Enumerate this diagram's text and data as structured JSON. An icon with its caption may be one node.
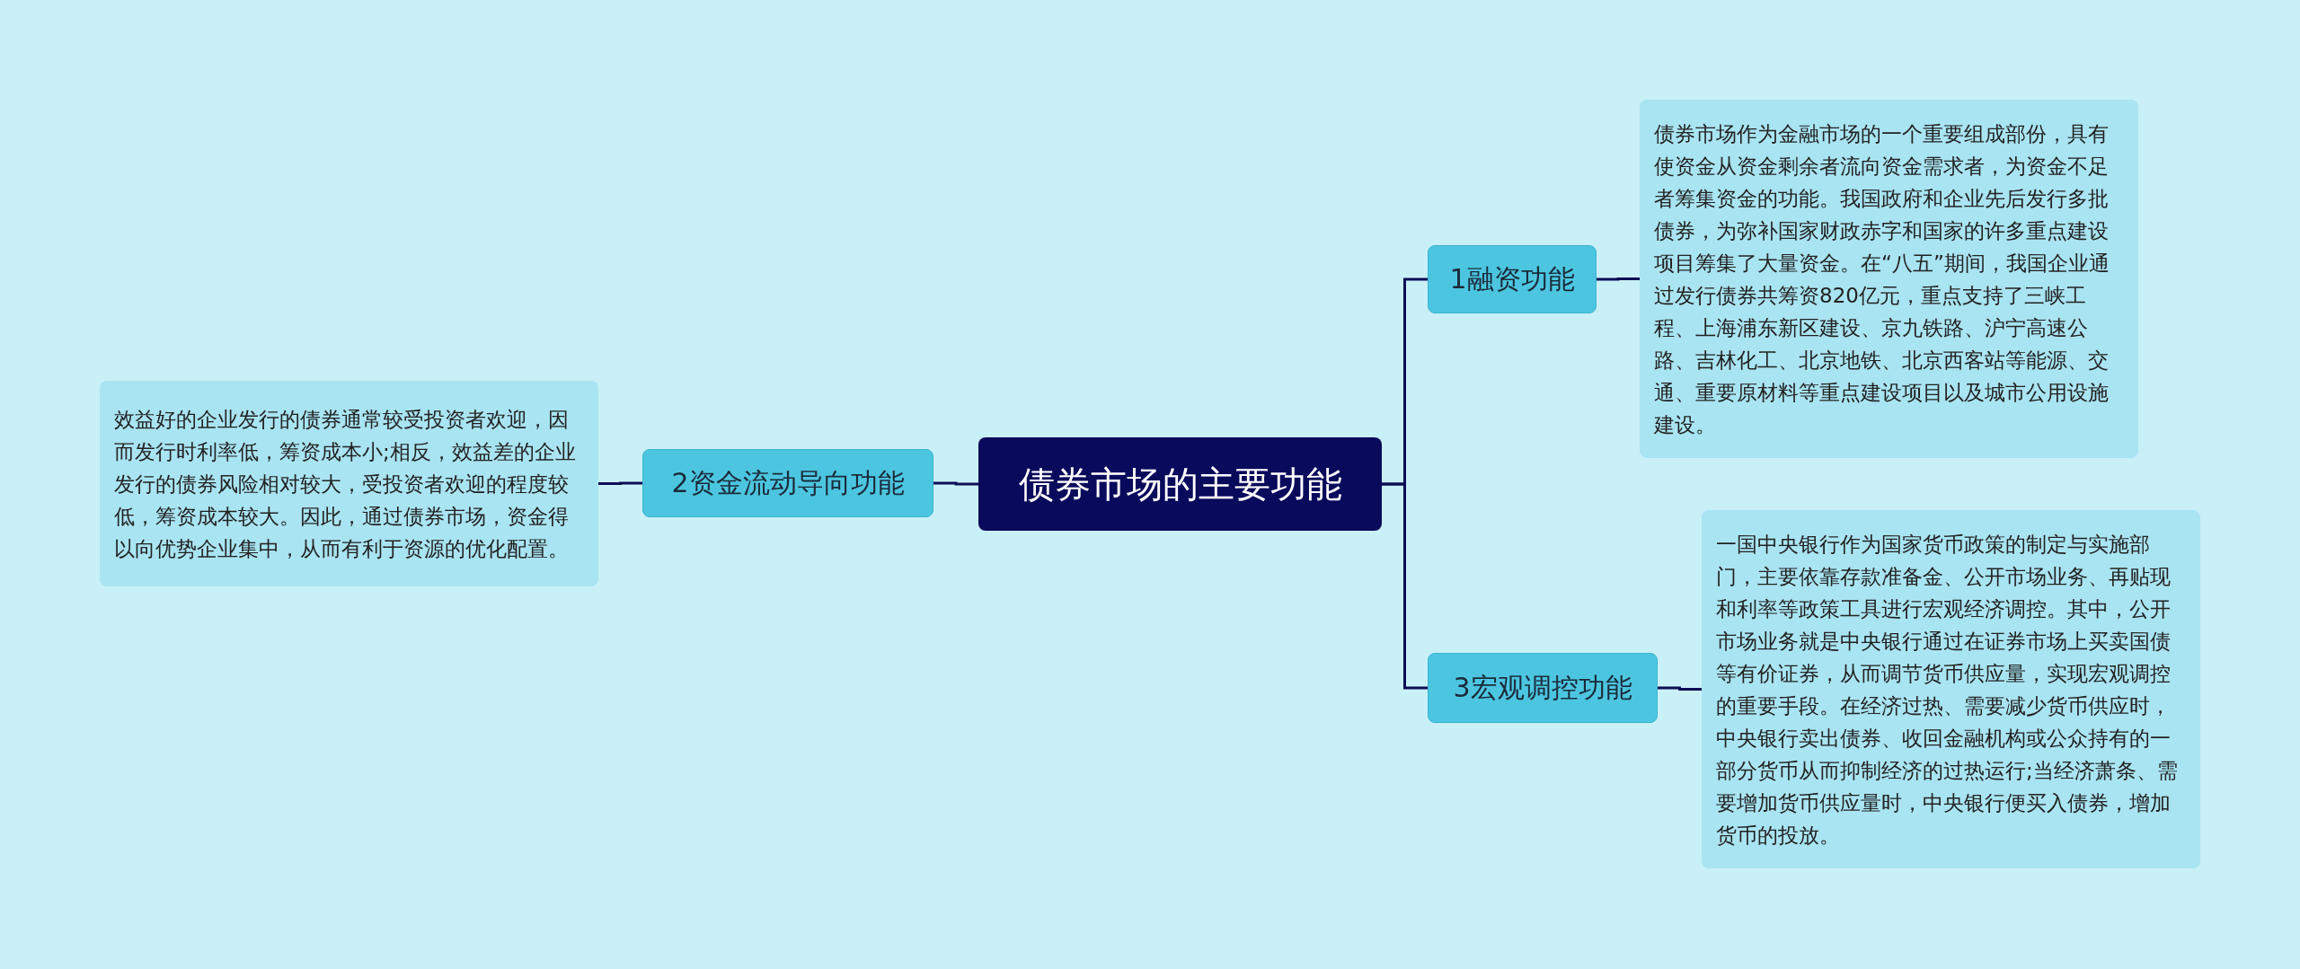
{
  "diagram": {
    "nodes": [
      {
        "text": [
          "债券市场的主要功能"
        ]
      },
      {
        "text": [
          "1融资功能"
        ]
      },
      {
        "text": [
          "债券市场作为金融市场的一个重要组成部份，具有使资金从资金剩余者流向资金需求者，为资金不足者筹集资金的功能。我国政府和企业先后发行多批债券，为弥补国家财政赤字和国家的许多重点建设项目筹集了大量资金。在“八五”期间，我国企业通过发行债券共筹资820亿元，重点支持了三峡工程、上海浦东新区建设、京九铁路、沪宁高速公路、吉林化工、北京地铁、北京西客站等能源、交通、重要原材料等重点建设项目以及城市公用设施建设。"
        ]
      },
      {
        "text": [
          "2资金流动导向功能"
        ]
      },
      {
        "text": [
          "效益好的企业发行的债券通常较受投资者欢迎，因而发行时利率低，筹资成本小;相反，效益差的企业发行的债券风险相对较大，受投资者欢迎的程度较低，筹资成本较大。因此，通过债券市场，资金得以向优势企业集中，从而有利于资源的优化配置。"
        ]
      },
      {
        "text": [
          "3宏观调控功能"
        ]
      },
      {
        "text": [
          "一国中央银行作为国家货币政策的制定与实施部门，主要依靠存款准备金、公开市场业务、再贴现和利率等政策工具进行宏观经济调控。其中，公开市场业务就是中央银行通过在证券市场上买卖国债等有价证券，从而调节货币供应量，实现宏观调控的重要手段。在经济过热、需要减少货币供应时，中央银行卖出债券、收回金融机构或公众持有的一部分货币从而抑制经济的过热运行;当经济萧条、需要增加货币供应量时，中央银行便买入债券，增加货币的投放。"
        ]
      }
    ],
    "edges": [
      {
        "from": 0,
        "to": 1,
        "arrow": "none"
      },
      {
        "from": 0,
        "to": 3,
        "arrow": "none"
      },
      {
        "from": 0,
        "to": 5,
        "arrow": "none"
      },
      {
        "from": 1,
        "to": 2,
        "arrow": "none"
      },
      {
        "from": 3,
        "to": 4,
        "arrow": "none"
      },
      {
        "from": 5,
        "to": 6,
        "arrow": "none"
      }
    ]
  }
}
